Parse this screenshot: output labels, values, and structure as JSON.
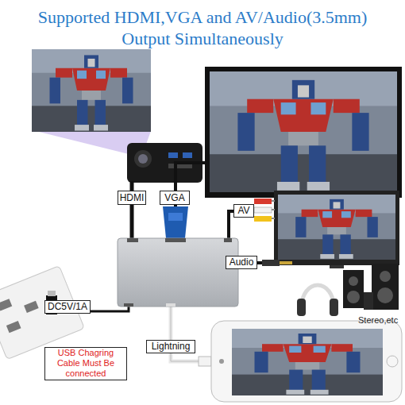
{
  "diagram": {
    "title": "Supported HDMI,VGA and AV/Audio(3.5mm) Output Simultaneously",
    "nodes": [
      {
        "text": [
          "HDMI"
        ]
      },
      {
        "text": [
          "VGA"
        ]
      },
      {
        "text": [
          "AV"
        ]
      },
      {
        "text": [
          "Audio"
        ]
      },
      {
        "text": [
          "DC5V/1A"
        ]
      },
      {
        "text": [
          "Lightning"
        ]
      },
      {
        "text": [
          "USB Chagring Cable Must Be connected"
        ]
      }
    ],
    "labels": [
      "Stereo,etc"
    ]
  }
}
